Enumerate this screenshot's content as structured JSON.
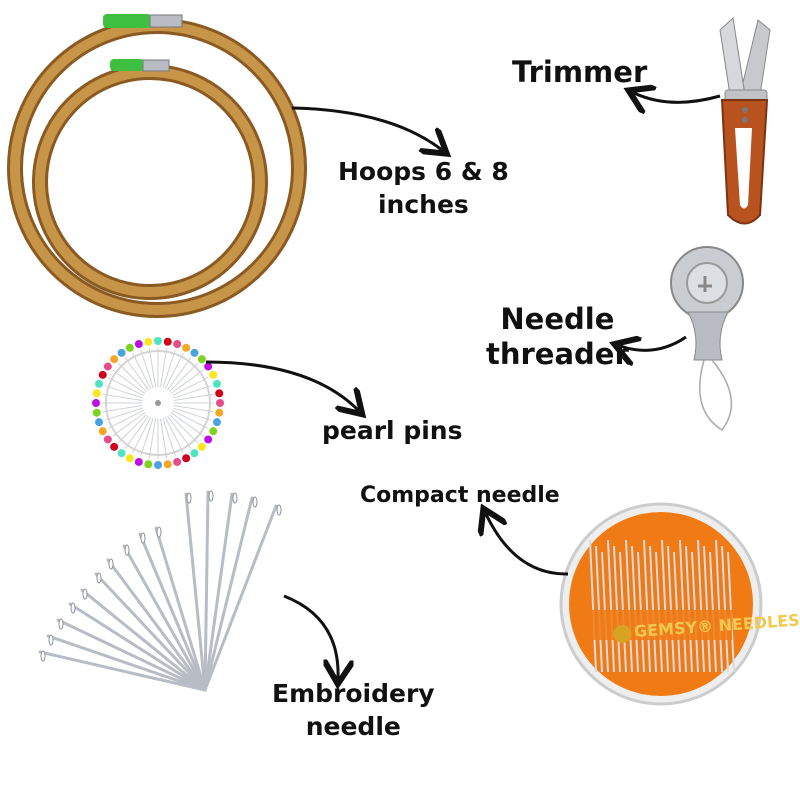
{
  "labels": {
    "hoops": {
      "line1": "Hoops 6 & 8",
      "line2": "inches"
    },
    "trimmer": "Trimmer",
    "threader": {
      "line1": "Needle",
      "line2": "threader"
    },
    "pearl_pins": "pearl pins",
    "compact_needle": "Compact needle",
    "embroidery": {
      "line1": "Embroidery",
      "line2": "needle"
    }
  },
  "compact_box": {
    "brand": "GEMSY",
    "brand_mark": "®",
    "word": "NEEDLES"
  },
  "colors": {
    "hoop_wood": "#b8843c",
    "hoop_dark": "#8a5a22",
    "clamp_green": "#3fbf3f",
    "trimmer_orange": "#b8531f",
    "compact_orange": "#f07a14",
    "needle_silver": "#b8bcc4",
    "arrow": "#111111"
  },
  "icons": [
    "hoop-icon",
    "trimmer-icon",
    "needle-threader-icon",
    "pearl-pins-icon",
    "embroidery-needles-icon",
    "compact-needle-box-icon"
  ]
}
